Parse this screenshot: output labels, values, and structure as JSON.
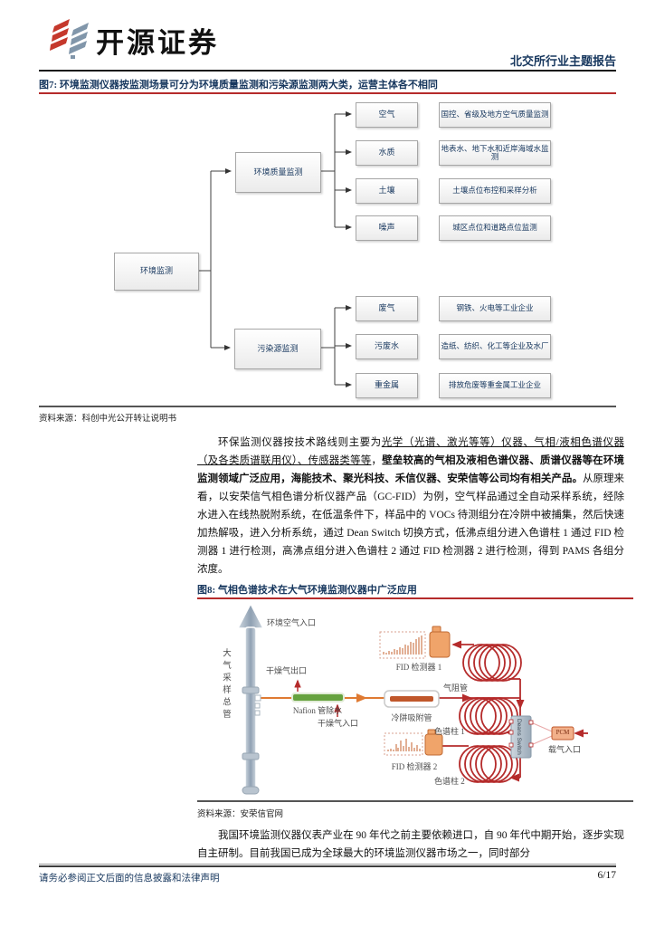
{
  "header": {
    "brand": "开源证券",
    "report_type": "北交所行业主题报告"
  },
  "colors": {
    "brand_red": "#c5382c",
    "brand_blue": "#8196aa",
    "accent_navy": "#17375e",
    "rule_red": "#b52b2b",
    "pipe_red": "#b52b2b",
    "pipe_orange": "#df7a32"
  },
  "fig7": {
    "title": "图7: 环境监测仪器按监测场景可分为环境质量监测和污染源监测两大类，运营主体各不相同",
    "source": "资料来源：科创中光公开转让说明书",
    "root_label": "环境监测",
    "branch1_label": "环境质量监测",
    "branch2_label": "污染源监测",
    "b1_leaves": [
      "空气",
      "水质",
      "土壤",
      "噪声"
    ],
    "b1_descs": [
      "国控、省级及地方空气质量监测",
      "地表水、地下水和近岸海域水监测",
      "土壤点位布控和采样分析",
      "城区点位和道路点位监测"
    ],
    "b2_leaves": [
      "废气",
      "污废水",
      "重金属"
    ],
    "b2_descs": [
      "钢铁、火电等工业企业",
      "造纸、纺织、化工等企业及水厂",
      "排放危废等重金属工业企业"
    ]
  },
  "paragraph1": {
    "pre": "环保监测仪器按技术路线则主要为",
    "underlined": "光学（光谱、激光等等）仪器、气相/液相色谱仪器（及各类质谱联用仪）、传感器类等等",
    "mid": "，",
    "bold": "壁垒较高的气相及液相色谱仪器、质谱仪器等在环境监测领域广泛应用，海能技术、聚光科技、禾信仪器、安荣信等公司均有相关产品。",
    "rest": "从原理来看，以安荣信气相色谱分析仪器产品（GC-FID）为例，空气样品通过全自动采样系统，经除水进入在线热脱附系统，在低温条件下，样品中的 VOCs 待测组分在冷阱中被捕集，然后快速加热解吸，进入分析系统，通过 Dean Switch 切换方式，低沸点组分进入色谱柱 1 通过 FID 检测器 1 进行检测，高沸点组分进入色谱柱 2 通过 FID 检测器 2 进行检测，得到 PAMS 各组分浓度。"
  },
  "fig8": {
    "title": "图8: 气相色谱技术在大气环境监测仪器中广泛应用",
    "source": "资料来源：安荣信官网",
    "labels": {
      "ambient_inlet": "环境空气入口",
      "sampling_manifold": "大气采样总管",
      "dry_gas_outlet": "干燥气出口",
      "nafion": "Nafion 管除水",
      "dry_gas_inlet": "干燥气入口",
      "cold_trap": "冷阱吸附管",
      "fid1": "FID 检测器 1",
      "restrictor": "气阻管",
      "column1": "色谱柱 1",
      "deans": "Deans Switch",
      "pcm": "PCM",
      "carrier_inlet": "载气入口",
      "fid2": "FID 检测器 2",
      "column2": "色谱柱 2"
    }
  },
  "paragraph2": "我国环境监测仪器仪表产业在 90 年代之前主要依赖进口，自 90 年代中期开始，逐步实现自主研制。目前我国已成为全球最大的环境监测仪器市场之一，同时部分",
  "footer": {
    "disclaimer": "请务必参阅正文后面的信息披露和法律声明",
    "page": "6/17"
  }
}
